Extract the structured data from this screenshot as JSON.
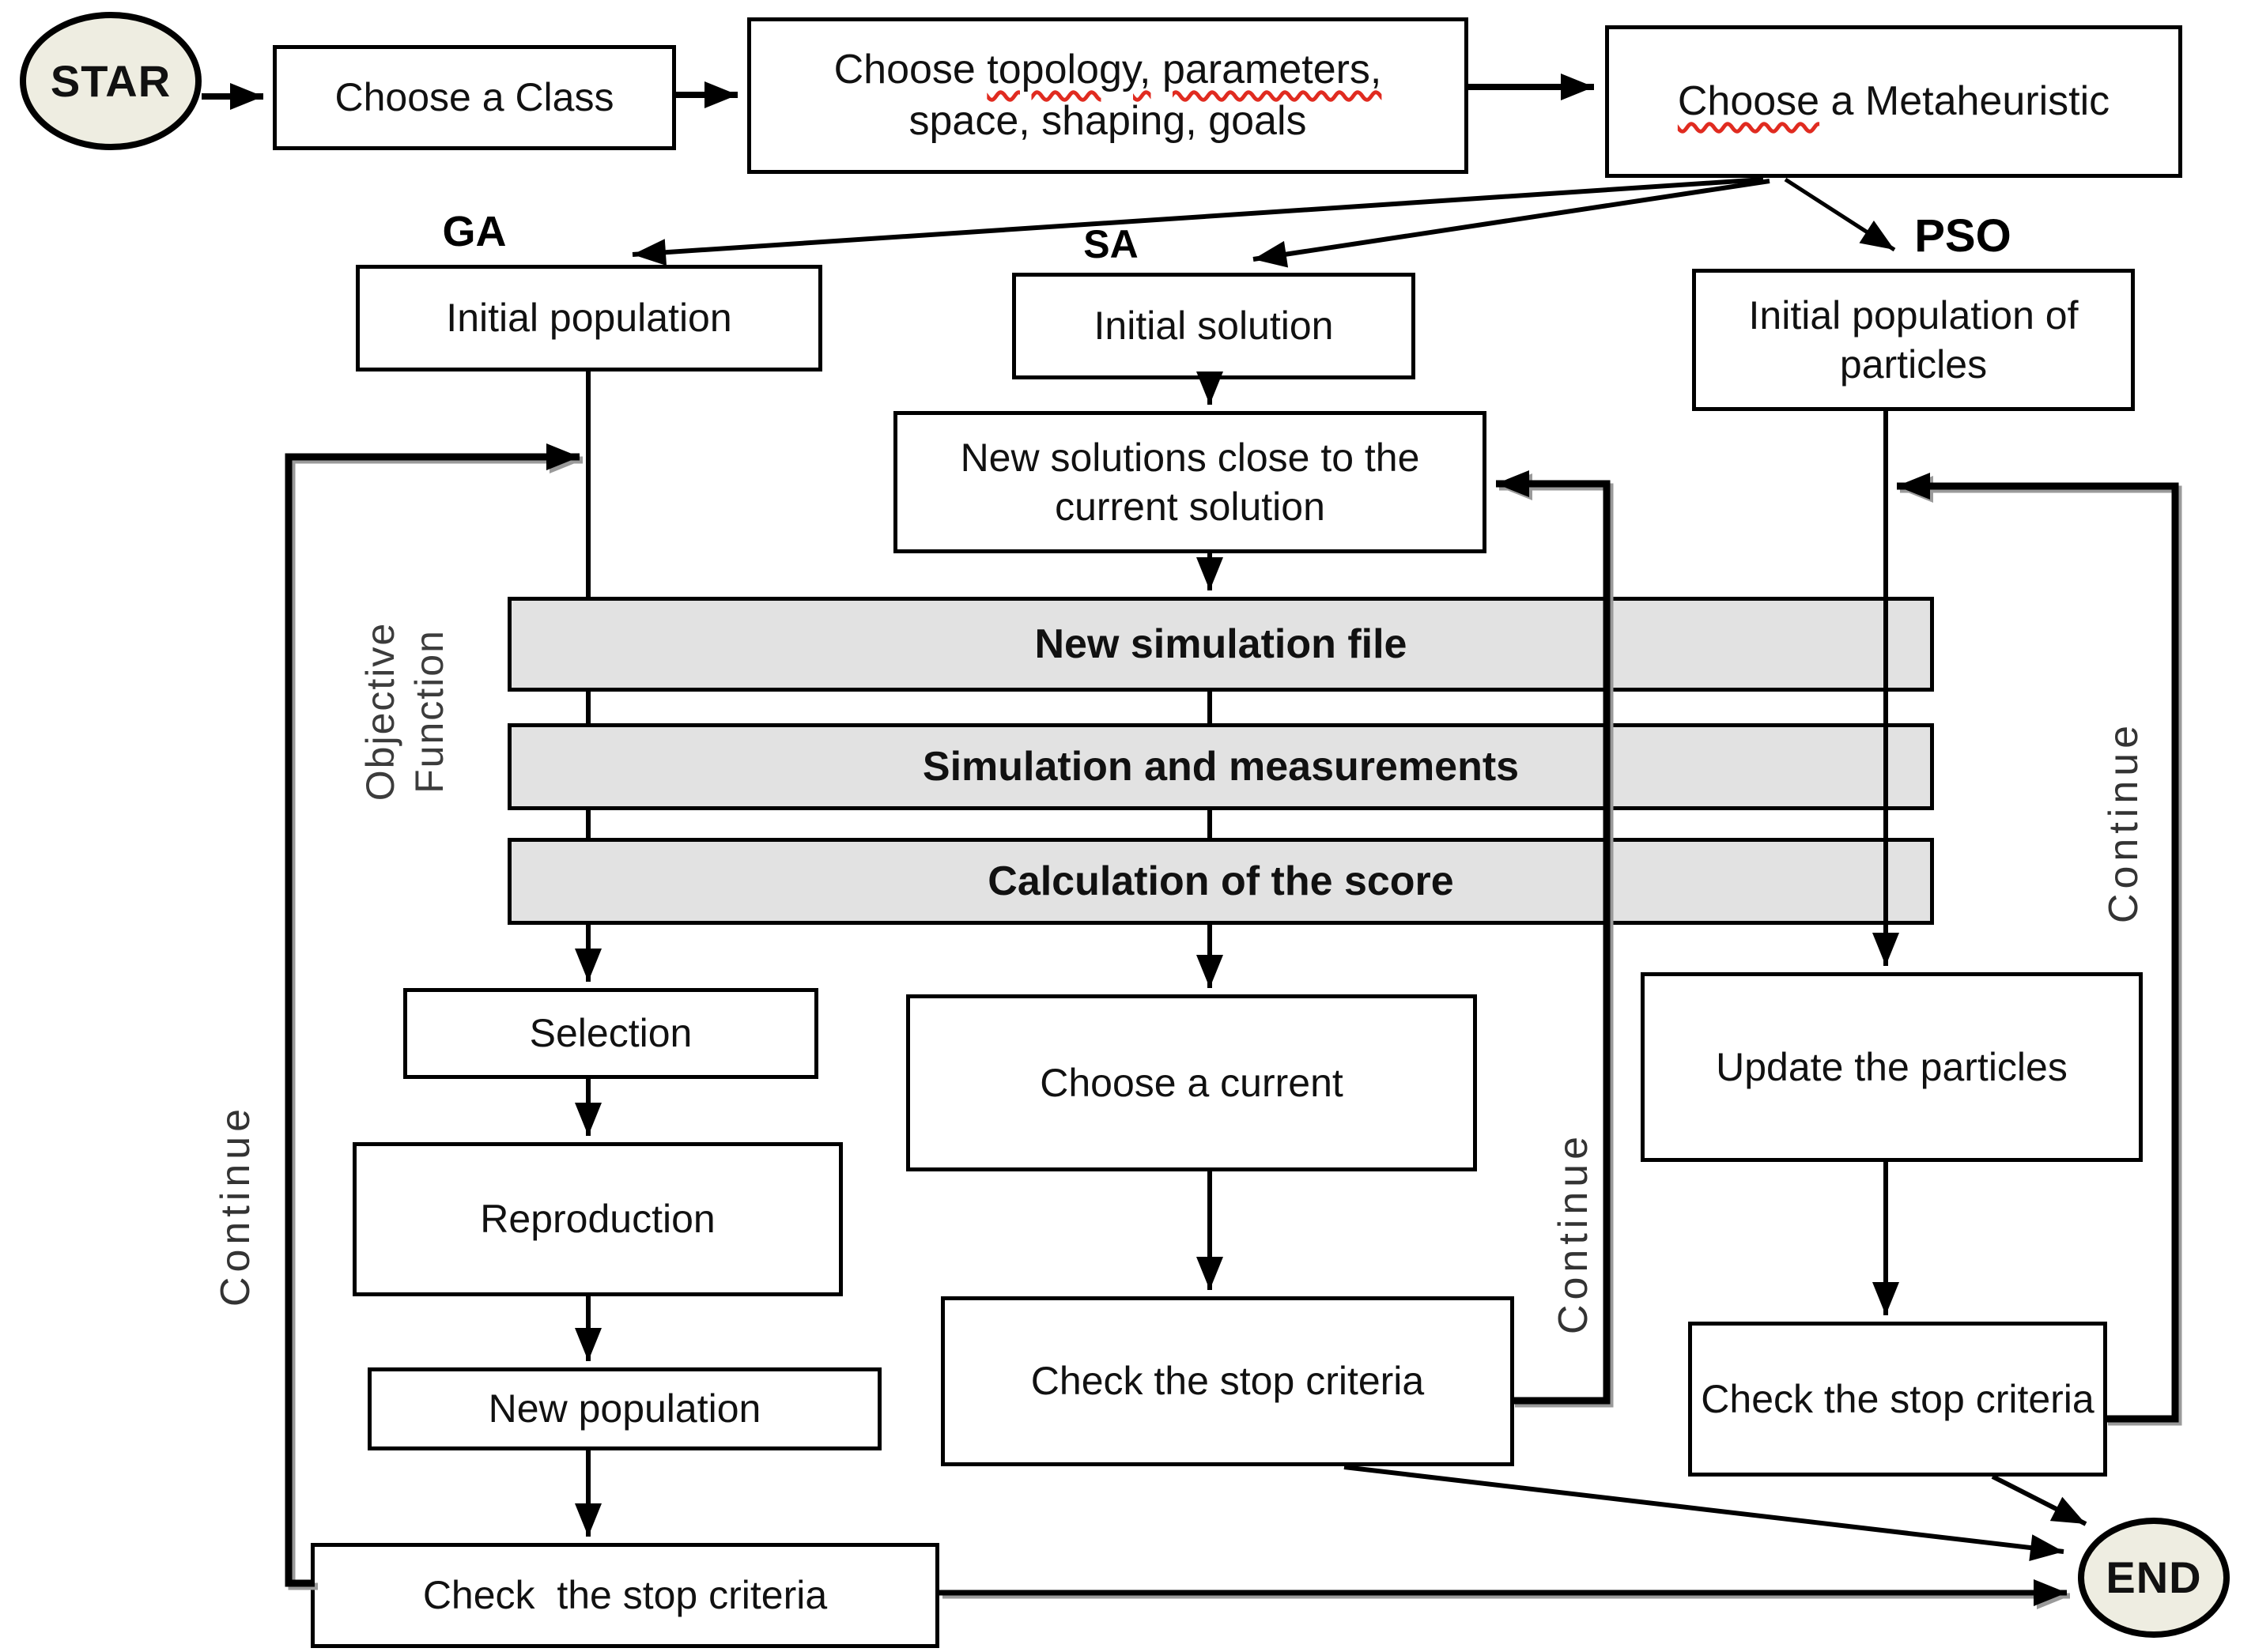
{
  "terminals": {
    "start": "STAR",
    "end": "END"
  },
  "top": {
    "choose_class": "Choose a Class",
    "topology": {
      "lead": "Choose",
      "misspelled_1": "topology,",
      "misspelled_2": "parameters,",
      "line2": "space, shaping, goals"
    },
    "metaheuristic": {
      "misspelled": "Choose",
      "rest": "a Metaheuristic"
    }
  },
  "objective_function": {
    "label": "Objective Function",
    "steps": [
      "New simulation file",
      "Simulation and measurements",
      "Calculation of the score"
    ]
  },
  "ga": {
    "label": "GA",
    "initial": "Initial population",
    "selection": "Selection",
    "reproduction": "Reproduction",
    "new_population": "New population",
    "check_stop": "Check  the stop criteria",
    "continue": "Continue"
  },
  "sa": {
    "label": "SA",
    "initial": "Initial solution",
    "new_solutions": "New solutions close to the current solution",
    "choose_current": "Choose a current",
    "check_stop": "Check the stop criteria",
    "continue": "Continue"
  },
  "pso": {
    "label": "PSO",
    "initial": "Initial population of particles",
    "update": "Update the particles",
    "check_stop": "Check the stop criteria",
    "continue": "Continue"
  },
  "colors": {
    "terminal_fill": "#eeede1",
    "process_fill": "#ffffff",
    "shared_step_fill": "#e2e2e2",
    "line": "#000000",
    "spellcheck": "#e02b20"
  }
}
